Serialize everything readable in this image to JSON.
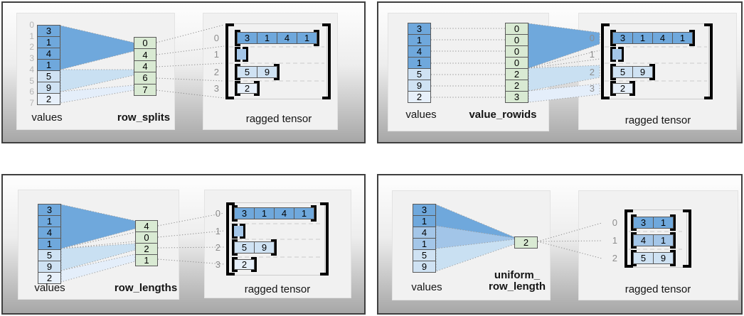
{
  "colors": {
    "dark_blue": "#6fa8dc",
    "medium_blue": "#a4c6e8",
    "light_blue": "#cfe2f3",
    "pale_blue": "#e7f0fa",
    "green": "#d9ead3"
  },
  "panels": [
    {
      "name": "row_splits",
      "values_label": "values",
      "param_label": "row_splits",
      "tensor_label": "ragged tensor",
      "value_indices": [
        "0",
        "1",
        "2",
        "3",
        "4",
        "5",
        "6",
        "7"
      ],
      "values": [
        "3",
        "1",
        "4",
        "1",
        "5",
        "9",
        "2"
      ],
      "param": [
        "0",
        "4",
        "4",
        "6",
        "7"
      ],
      "row_indices": [
        "0",
        "1",
        "2",
        "3"
      ],
      "rows": [
        [
          "3",
          "1",
          "4",
          "1"
        ],
        [],
        [
          "5",
          "9"
        ],
        [
          "2"
        ]
      ]
    },
    {
      "name": "value_rowids",
      "values_label": "values",
      "param_label": "value_rowids",
      "tensor_label": "ragged tensor",
      "values": [
        "3",
        "1",
        "4",
        "1",
        "5",
        "9",
        "2"
      ],
      "param": [
        "0",
        "0",
        "0",
        "0",
        "2",
        "2",
        "3"
      ],
      "row_indices": [
        "0",
        "1",
        "2",
        "3"
      ],
      "rows": [
        [
          "3",
          "1",
          "4",
          "1"
        ],
        [],
        [
          "5",
          "9"
        ],
        [
          "2"
        ]
      ]
    },
    {
      "name": "row_lengths",
      "values_label": "values",
      "param_label": "row_lengths",
      "tensor_label": "ragged tensor",
      "values": [
        "3",
        "1",
        "4",
        "1",
        "5",
        "9",
        "2"
      ],
      "param": [
        "4",
        "0",
        "2",
        "1"
      ],
      "row_indices": [
        "0",
        "1",
        "2",
        "3"
      ],
      "rows": [
        [
          "3",
          "1",
          "4",
          "1"
        ],
        [],
        [
          "5",
          "9"
        ],
        [
          "2"
        ]
      ]
    },
    {
      "name": "uniform_row_length",
      "values_label": "values",
      "param_label_lines": [
        "uniform_",
        "row_length"
      ],
      "tensor_label": "ragged tensor",
      "values": [
        "3",
        "1",
        "4",
        "1",
        "5",
        "9"
      ],
      "param": [
        "2"
      ],
      "row_indices": [
        "0",
        "1",
        "2"
      ],
      "rows": [
        [
          "3",
          "1"
        ],
        [
          "4",
          "1"
        ],
        [
          "5",
          "9"
        ]
      ]
    }
  ]
}
